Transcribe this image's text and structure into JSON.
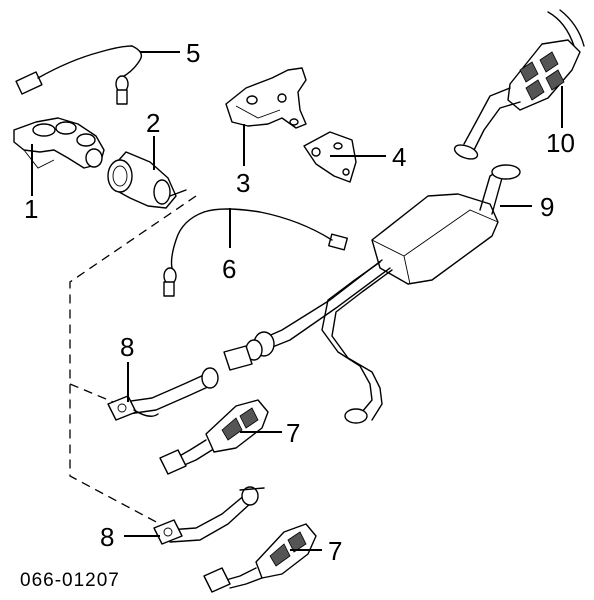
{
  "callouts": {
    "c1": "1",
    "c2": "2",
    "c3": "3",
    "c4": "4",
    "c5": "5",
    "c6": "6",
    "c7a": "7",
    "c7b": "7",
    "c8a": "8",
    "c8b": "8",
    "c9": "9",
    "c10": "10"
  },
  "diagram_code": "066-01207"
}
